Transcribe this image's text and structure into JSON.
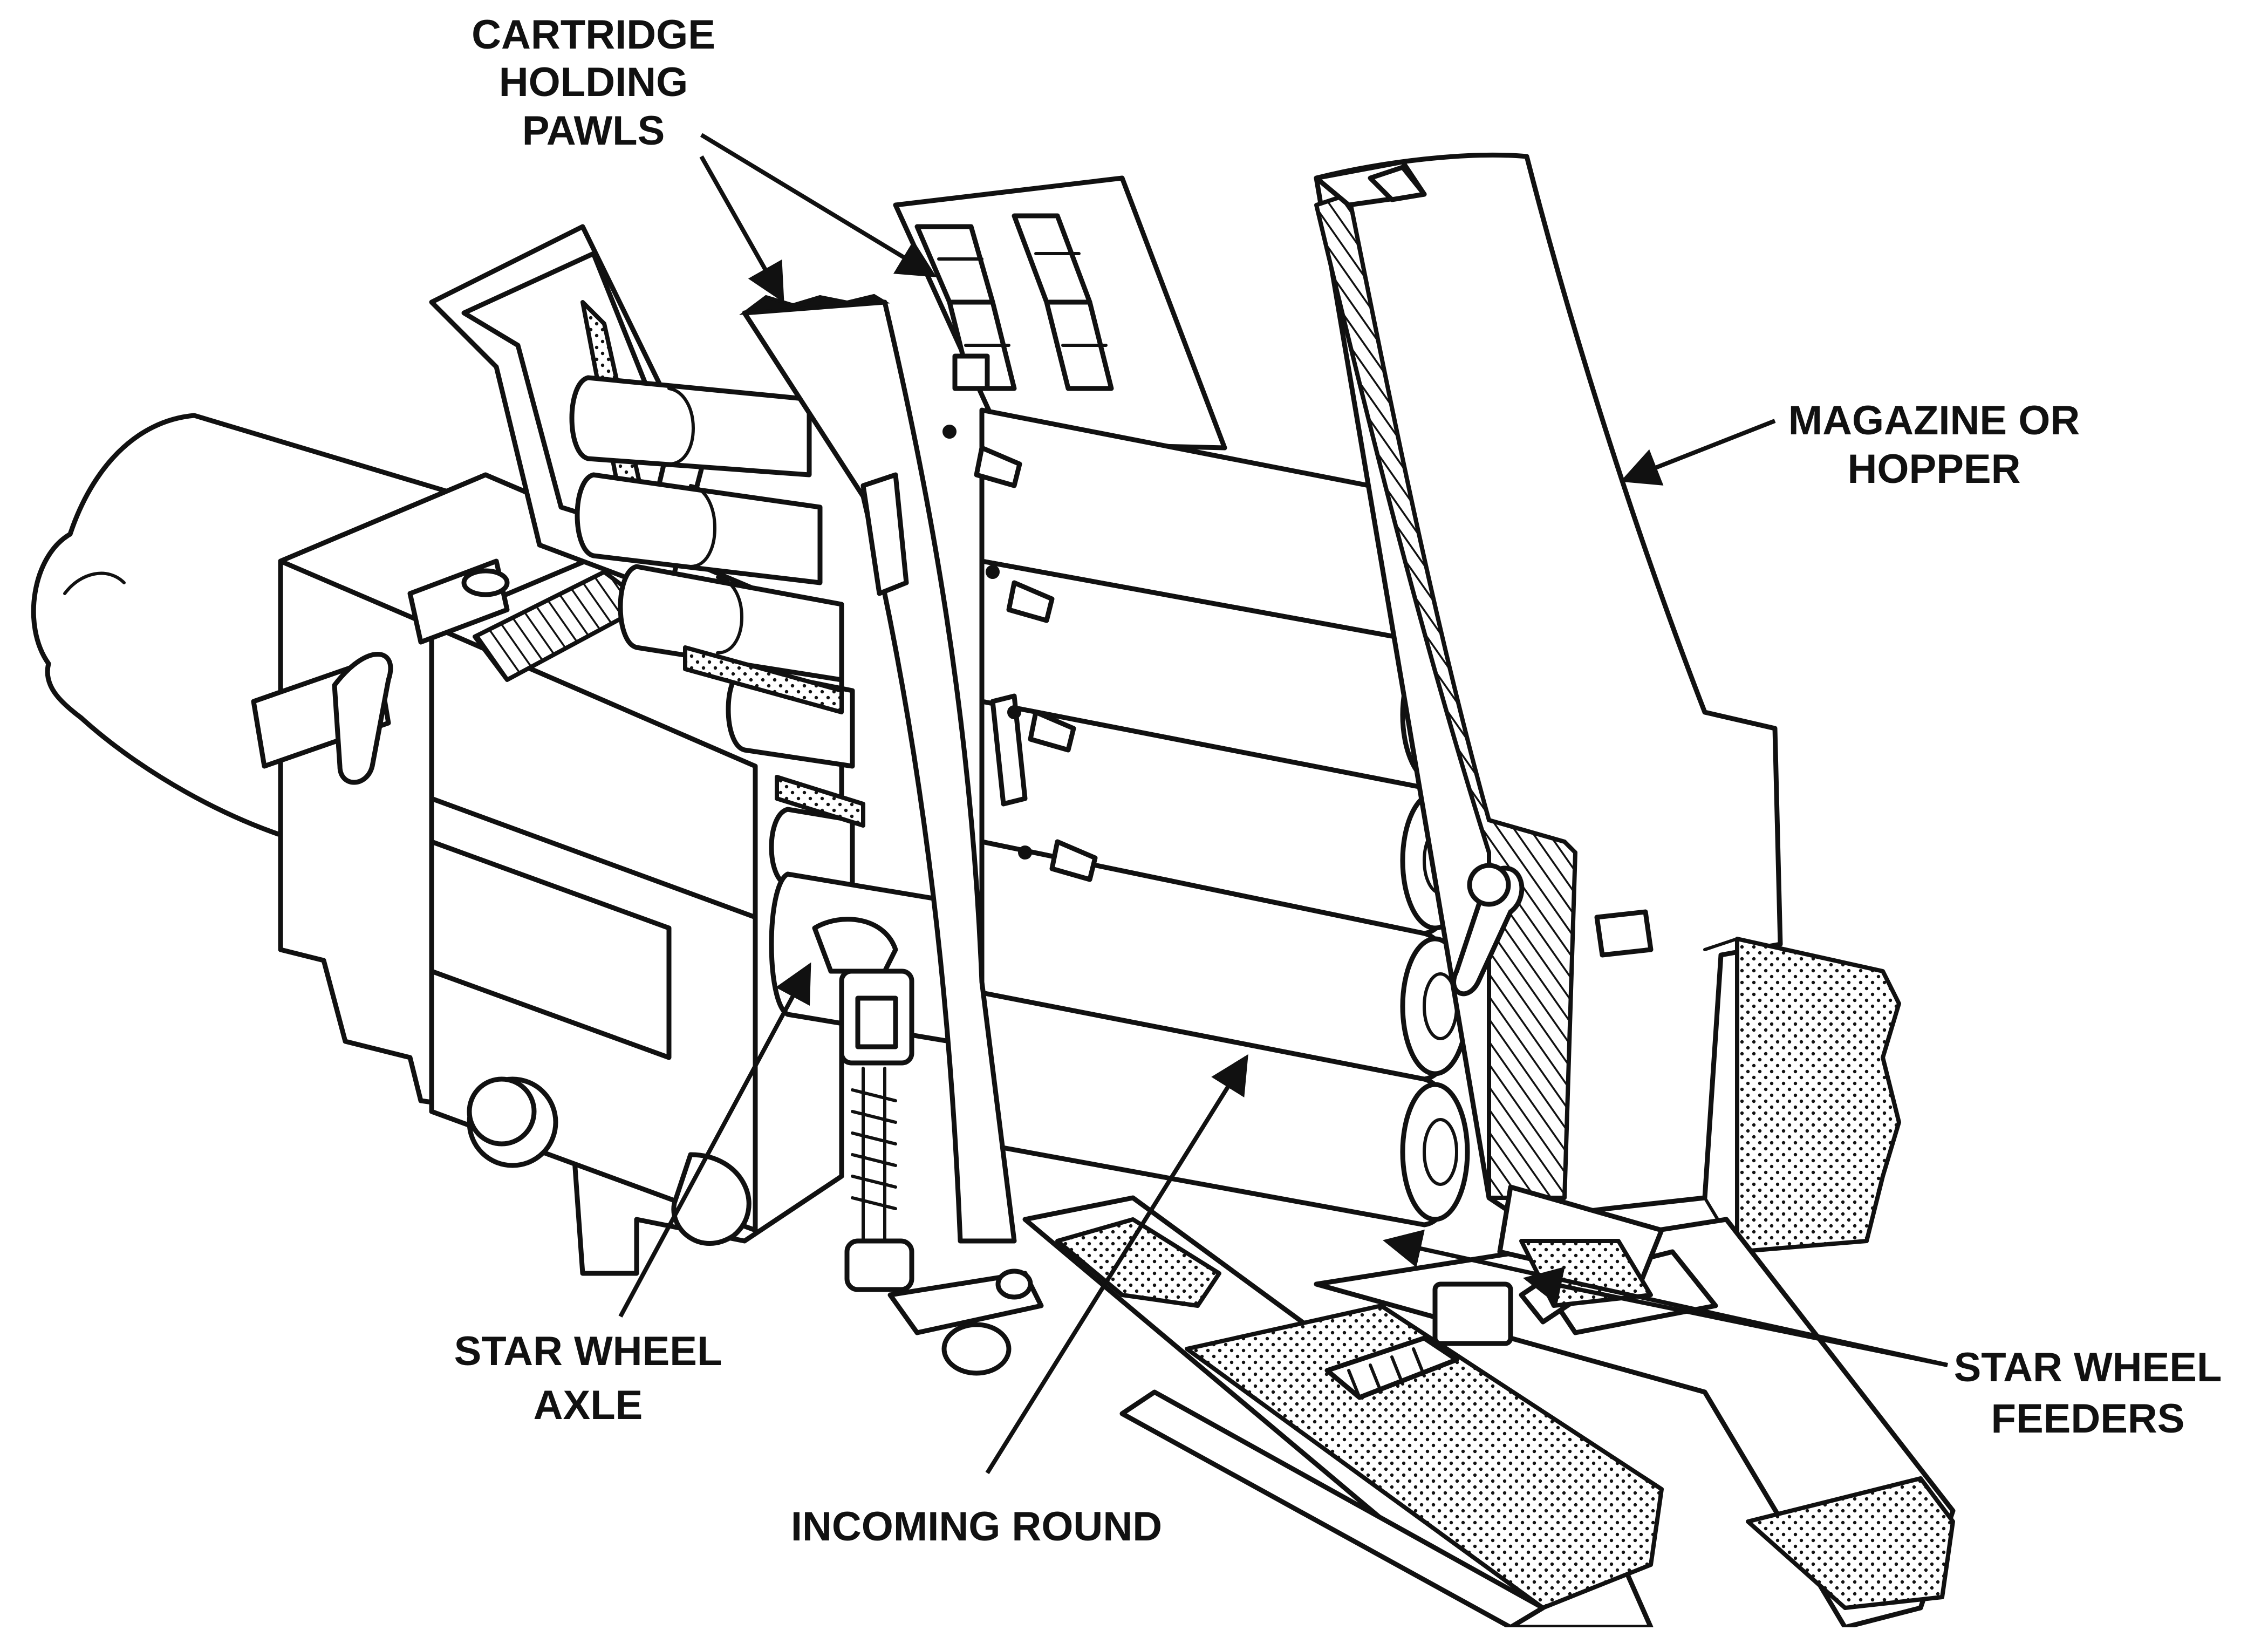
{
  "labels": {
    "cartridge_holding_pawls": [
      "CARTRIDGE",
      "HOLDING",
      "PAWLS"
    ],
    "magazine_or_hopper": [
      "MAGAZINE OR",
      "HOPPER"
    ],
    "star_wheel_axle": [
      "STAR WHEEL",
      "AXLE"
    ],
    "star_wheel_feeders": [
      "STAR WHEEL",
      "FEEDERS"
    ],
    "incoming_round": [
      "INCOMING ROUND"
    ]
  },
  "colors": {
    "ink": "#111111",
    "paper": "#ffffff"
  }
}
